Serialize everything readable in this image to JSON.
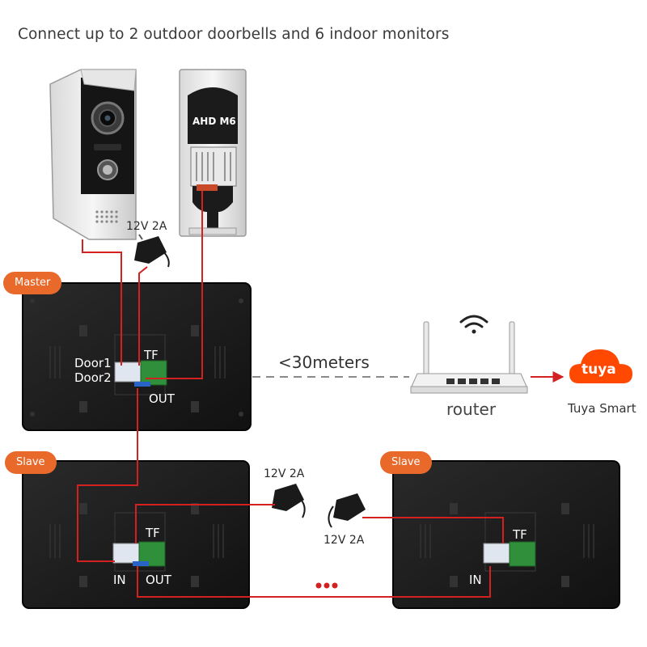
{
  "title": "Connect up to 2 outdoor doorbells and 6 indoor monitors",
  "camera": {
    "model_label": "AHD M6"
  },
  "power_adapter_label": "12V 2A",
  "master": {
    "badge": "Master",
    "door1_label": "Door1",
    "door2_label": "Door2",
    "tf_label": "TF",
    "out_label": "OUT"
  },
  "slave1": {
    "badge": "Slave",
    "tf_label": "TF",
    "in_label": "IN",
    "out_label": "OUT"
  },
  "slave2": {
    "badge": "Slave",
    "tf_label": "TF",
    "in_label": "IN"
  },
  "distance_label": "<30meters",
  "router_label": "router",
  "tuya": {
    "logo_text": "tuya",
    "label": "Tuya Smart",
    "color": "#ff4800"
  },
  "colors": {
    "wire": "#d32020",
    "badge": "#e8692a",
    "monitor": "#1c1c1c"
  }
}
